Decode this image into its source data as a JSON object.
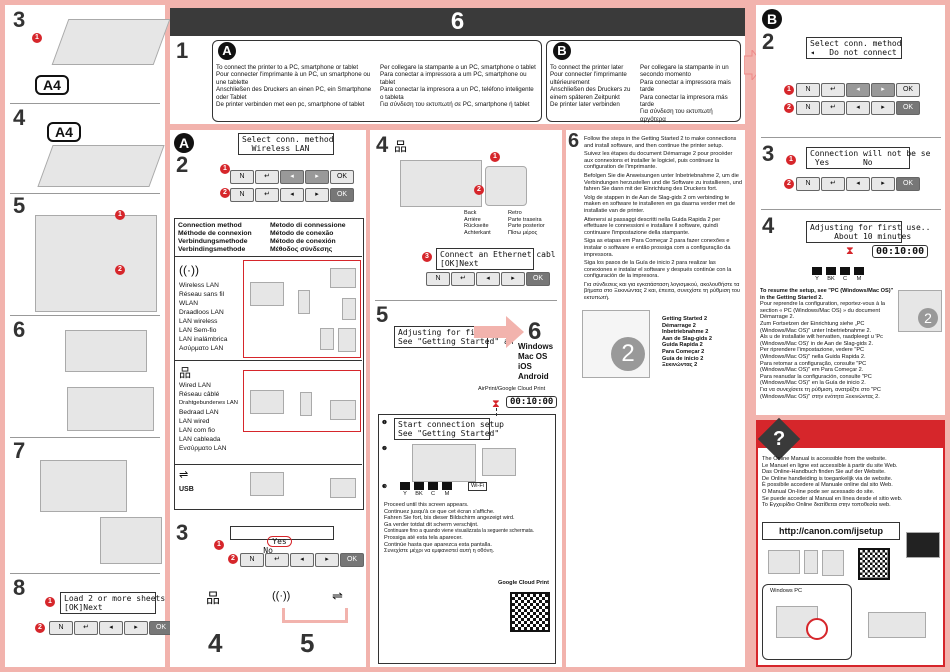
{
  "left_steps": {
    "s3": "3",
    "a4_label": "A4",
    "s4": "4",
    "a4_label2": "A4",
    "s5": "5",
    "s6": "6",
    "s7": "7",
    "s8": "8",
    "s8_lcd": "Load 2 or more sheets of\n[OK]Next"
  },
  "header": {
    "title": "6"
  },
  "section1": {
    "step": "1",
    "a_lines": [
      "To connect the printer to a PC, smartphone or tablet",
      "Pour connecter l'imprimante à un PC, un smartphone ou une tablette",
      "Anschließen des Druckers an einen PC, ein Smartphone oder Tablet",
      "De printer verbinden met een pc, smartphone of tablet"
    ],
    "a_lines2": [
      "Per collegare la stampante a un PC, smartphone o tablet",
      "Para conectar a impressora a um PC, smartphone ou tablet",
      "Para conectar la impresora a un PC, teléfono inteligente o tableta",
      "Για σύνδεση του εκτυπωτή σε PC, smartphone ή tablet"
    ],
    "b_lines": [
      "To connect the printer later",
      "Pour connecter l'imprimante ultérieurement",
      "Anschließen des Druckers zu einem späteren Zeitpunkt",
      "De printer later verbinden"
    ],
    "b_lines2": [
      "Per collegare la stampante in un secondo momento",
      "Para conectar a impressora mais tarde",
      "Para conectar la impresora más tarde",
      "Για σύνδεση του εκτυπωτή αργότερα"
    ]
  },
  "sectionA2": {
    "step": "2",
    "lcd": "Select conn. method\n  Wireless LAN  ",
    "header_left": [
      "Connection method",
      "Méthode de connexion",
      "Verbindungsmethode",
      "Verbindingsmethode"
    ],
    "header_right": [
      "Metodo di connessione",
      "Método de conexão",
      "Método de conexión",
      "Μέθοδος σύνδεσης"
    ],
    "wireless": [
      "Wireless LAN",
      "Réseau sans fil",
      "WLAN",
      "Draadloos LAN",
      "LAN wireless",
      "LAN Sem-fio",
      "LAN inalámbrica",
      "Ασύρματο LAN"
    ],
    "wired": [
      "Wired LAN",
      "Réseau câblé",
      "Drahtgebundenes LAN",
      "Bedraad LAN",
      "LAN wired",
      "LAN com fio",
      "LAN cableada",
      "Ενσύρματο LAN"
    ],
    "usb": "USB",
    "step3": "3",
    "yes": "Yes",
    "no": "No",
    "goto4": "4",
    "goto5": "5"
  },
  "sectionA4": {
    "step": "4",
    "back_left": [
      "Back",
      "Arrière",
      "Rückseite",
      "Achterkant"
    ],
    "back_right": [
      "Retro",
      "Parte traseira",
      "Parte posterior",
      "Πίσω μέρος"
    ],
    "lcd": "Connect an Ethernet cabl\n[OK]Next",
    "step5": "5",
    "lcd5": "Adjusting for first use..\nSee \"Getting Started\" an",
    "goto6": "6",
    "os": [
      "Windows",
      "Mac OS",
      "iOS",
      "Android"
    ],
    "airprint": "AirPrint/Google Cloud Print",
    "timer": "00:10:00",
    "lcd_start": "Start connection setup\nSee \"Getting Started\"",
    "wifi_icon": "Wi-Fi",
    "ink": [
      "Y",
      "BK",
      "C",
      "M"
    ],
    "proceed": [
      "Proceed until this screen appears.",
      "Continuez jusqu'à ce que cet écran s'affiche.",
      "Fahren Sie fort, bis dieser Bildschirm angezeigt wird.",
      "Ga verder totdat dit scherm verschijnt.",
      "Continuare fino a quando viene visualizzata la seguente schermata.",
      "Prossiga até esta tela aparecer.",
      "Continúe hasta que aparezca esta pantalla.",
      "Συνεχίστε μέχρι να εμφανιστεί αυτή η οθόνη."
    ],
    "gcp": "Google Cloud Print"
  },
  "section6": {
    "step": "6",
    "paras": [
      "Follow the steps in the Getting Started 2 to make connections and install software, and then continue the printer setup.",
      "Suivez les étapes du document Démarrage 2 pour procéder aux connexions et installer le logiciel, puis continuez la configuration de l'imprimante.",
      "Befolgen Sie die Anweisungen unter Inbetriebnahme 2, um die Verbindungen herzustellen und die Software zu installieren, und fahren Sie dann mit der Einrichtung des Druckers fort.",
      "Volg de stappen in de Aan de Slag-gids 2 om verbinding te maken en software te installeren en ga daarna verder met de installatie van de printer.",
      "Attenersi ai passaggi descritti nella Guida Rapida 2 per effettuare le connessioni e installare il software, quindi continuare l'impostazione della stampante.",
      "Siga as etapas em Para Começar 2 para fazer conexões e instalar o software e então prossiga com a configuração da impressora.",
      "Siga los pasos de la Guía de inicio 2 para realizar las conexiones e instalar el software y después continúe con la configuración de la impresora.",
      "Για σύνδεσεις και για εγκατάσταση λογισμικού, ακολουθήστε τα βήματα στο Ξεκινώντας 2 και, έπειτα, συνεχίστε τη ρύθμιση του εκτυπωτή."
    ],
    "books": [
      "Getting Started 2",
      "Démarrage 2",
      "Inbetriebnahme 2",
      "Aan de Slag-gids 2",
      "Guida Rapida 2",
      "Para Começar 2",
      "Guía de inicio 2",
      "Ξεκινώντας 2"
    ],
    "num": "2"
  },
  "sectionB": {
    "step2": "2",
    "lcd1": "Select conn. method\n◂   Do not connect",
    "step3": "3",
    "lcd3": "Connection will not be se\n Yes       No",
    "step4": "4",
    "lcd4": "Adjusting for first use..\n     About 10 minutes",
    "timer": "00:10:00",
    "ink": [
      "Y",
      "BK",
      "C",
      "M"
    ],
    "resume": [
      "To resume the setup, see \"PC (Windows/Mac OS)\" in the Getting Started 2.",
      "Pour reprendre la configuration, reportez-vous à la section « PC (Windows/Mac OS) » du document Démarrage 2.",
      "Zum Fortsetzen der Einrichtung siehe „PC (Windows/Mac OS)\" unter Inbetriebnahme 2.",
      "Als u de installatie wilt hervatten, raadpleegt u 'Pc (Windows/Mac OS)' in de Aan de Slag-gids 2.",
      "Per riprendere l'impostazione, vedere \"PC (Windows/Mac OS)\" nella Guida Rapida 2.",
      "Para retomar a configuração, consulte \"PC (Windows/Mac OS)\" em Para Começar 2.",
      "Para reanudar la configuración, consulte \"PC (Windows/Mac OS)\" en la Guía de inicio 2.",
      "Για να συνεχίσετε τη ρύθμιση, ανατρέξτε στο \"PC (Windows/Mac OS)\" στην ενότητα Ξεκινώντας 2."
    ]
  },
  "help": {
    "lines": [
      "The Online Manual is accessible from the website.",
      "Le Manuel en ligne est accessible à partir du site Web.",
      "Das Online-Handbuch finden Sie auf der Website.",
      "De Online handleiding is toegankelijk via de website.",
      "È possibile accedere al Manuale online dal sito Web.",
      "O Manual On-line pode ser acessado do site.",
      "Se puede acceder al Manual en línea desde el sitio web.",
      "Το Εγχειρίδιο Online διατίθεται στην τοποθεσία web."
    ],
    "url": "http://canon.com/ijsetup",
    "windows_pc": "Windows PC"
  },
  "keys": [
    "N",
    "↵",
    "◂",
    "▸",
    "OK"
  ],
  "colors": {
    "accent": "#d6262b",
    "pink": "#f2b3ad",
    "dark": "#333333"
  }
}
